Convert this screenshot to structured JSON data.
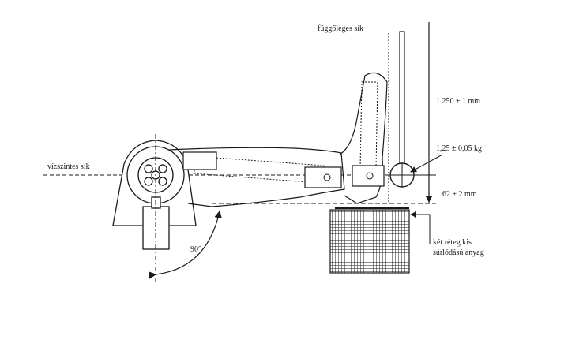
{
  "labels": {
    "vertical_plane": "függőleges sík",
    "horizontal_plane": "vízszintes sík",
    "height": "1 250 ± 1 mm",
    "mass": "1,25 ± 0,05 kg",
    "offset": "62 ± 2 mm",
    "angle": "90°",
    "material_line1": "két réteg kis",
    "material_line2": "súrlódású anyag"
  },
  "colors": {
    "ink": "#1a1a1a",
    "background": "#ffffff"
  }
}
